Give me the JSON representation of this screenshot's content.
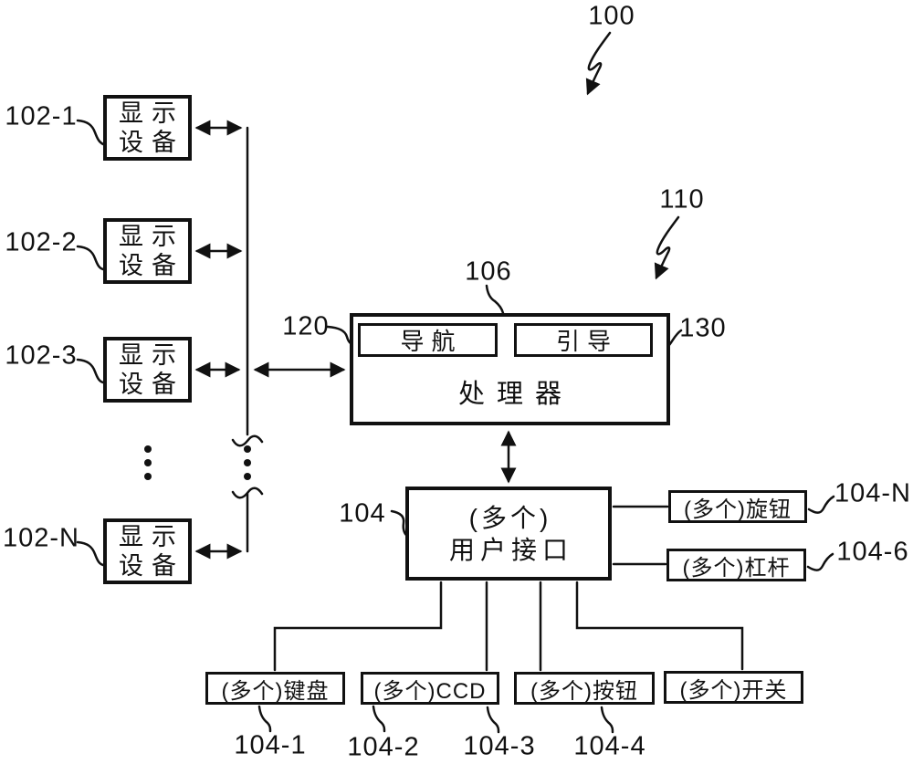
{
  "colors": {
    "ink": "#111111",
    "background": "#ffffff"
  },
  "refs": {
    "system": "100",
    "subsystem": "110"
  },
  "display_units": [
    {
      "ref": "102-1",
      "line1": "显示",
      "line2": "设备"
    },
    {
      "ref": "102-2",
      "line1": "显示",
      "line2": "设备"
    },
    {
      "ref": "102-3",
      "line1": "显示",
      "line2": "设备"
    },
    {
      "ref": "102-N",
      "line1": "显示",
      "line2": "设备"
    }
  ],
  "processor": {
    "ref": "106",
    "label": "处理器",
    "modules": [
      {
        "ref": "120",
        "label": "导航"
      },
      {
        "ref": "130",
        "label": "引导"
      }
    ]
  },
  "user_interface": {
    "ref": "104",
    "line1": "(多个)",
    "line2": "用户接口"
  },
  "side_peripherals": [
    {
      "ref": "104-N",
      "label": "(多个)旋钮"
    },
    {
      "ref": "104-6",
      "label": "(多个)杠杆"
    }
  ],
  "bottom_peripherals": [
    {
      "ref": "104-1",
      "label": "(多个)键盘"
    },
    {
      "ref": "104-2",
      "label": "(多个)CCD"
    },
    {
      "ref": "104-3",
      "label": "(多个)按钮"
    },
    {
      "ref": "104-4",
      "label": "(多个)开关"
    }
  ]
}
